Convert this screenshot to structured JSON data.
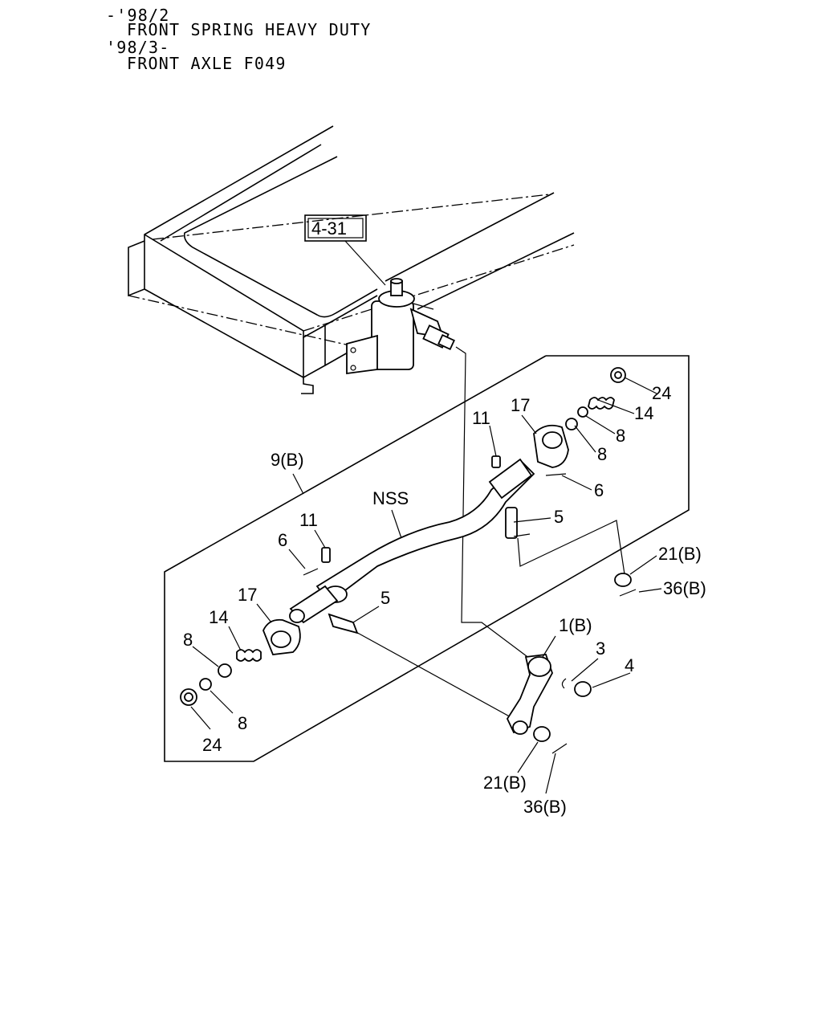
{
  "header": {
    "line1": "-'98/2",
    "line2": "FRONT SPRING HEAVY DUTY",
    "line3": "'98/3-",
    "line4": "FRONT AXLE F049"
  },
  "callouts": {
    "ref_box": "4-31",
    "group": "9(B)",
    "nss": "NSS",
    "p11_right": "11",
    "p17_right": "17",
    "p24_right": "24",
    "p14_right": "14",
    "p8_right_a": "8",
    "p8_right_b": "8",
    "p6_right": "6",
    "p5_right": "5",
    "p21b_right": "21(B)",
    "p36b_right": "36(B)",
    "p11_left": "11",
    "p6_left": "6",
    "p17_left": "17",
    "p14_left": "14",
    "p8_left_a": "8",
    "p8_left_b": "8",
    "p24_left": "24",
    "p5_left": "5",
    "p1b": "1(B)",
    "p3": "3",
    "p4": "4",
    "p21b_bottom": "21(B)",
    "p36b_bottom": "36(B)"
  }
}
